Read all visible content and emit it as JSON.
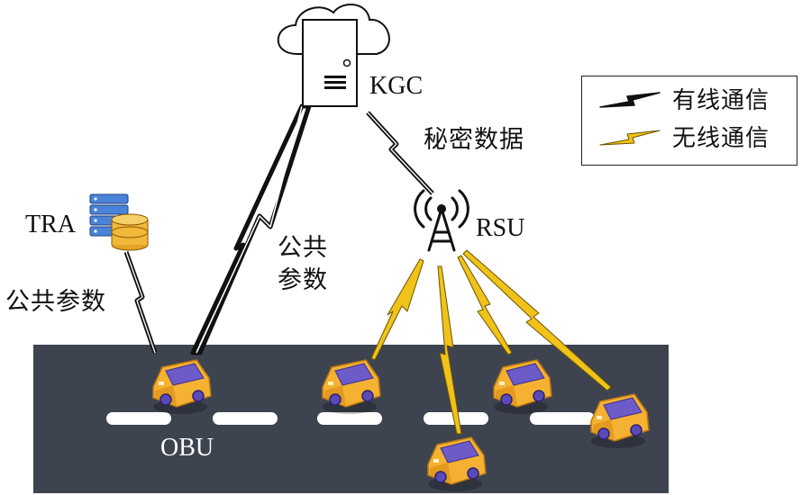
{
  "labels": {
    "kgc": "KGC",
    "tra": "TRA",
    "rsu": "RSU",
    "obu": "OBU",
    "secret_data": "秘密数据",
    "public_params_left": "公共参数",
    "public_params_mid_line1": "公共",
    "public_params_mid_line2": "参数"
  },
  "legend": {
    "wired": "有线通信",
    "wireless": "无线通信"
  },
  "colors": {
    "road": "#3e4350",
    "lane_mark": "#ffffff",
    "car_body": "#f5b131",
    "car_window": "#6d5bc7",
    "wireless": "#f0c21a",
    "wired": "#111111",
    "server": "#ffffff",
    "tra_blue": "#4a84d8",
    "tra_gold": "#f2b83a"
  },
  "icons": {
    "kgc": "cloud-server-icon",
    "tra": "database-server-icon",
    "rsu": "radio-tower-icon",
    "vehicle": "car-icon"
  }
}
